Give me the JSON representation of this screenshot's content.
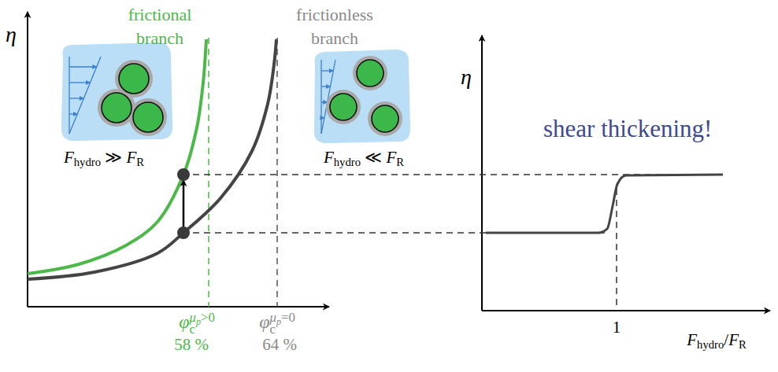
{
  "diagram": {
    "labels": [
      "η",
      "frictional branch",
      "frictionless branch",
      "Fhydro ≫ FR",
      "Fhydro ≪ FR",
      "φcμp>0",
      "φcμp=0",
      "58 %",
      "64 %",
      "η",
      "shear thickening!",
      "1",
      "Fhydro/FR"
    ]
  }
}
